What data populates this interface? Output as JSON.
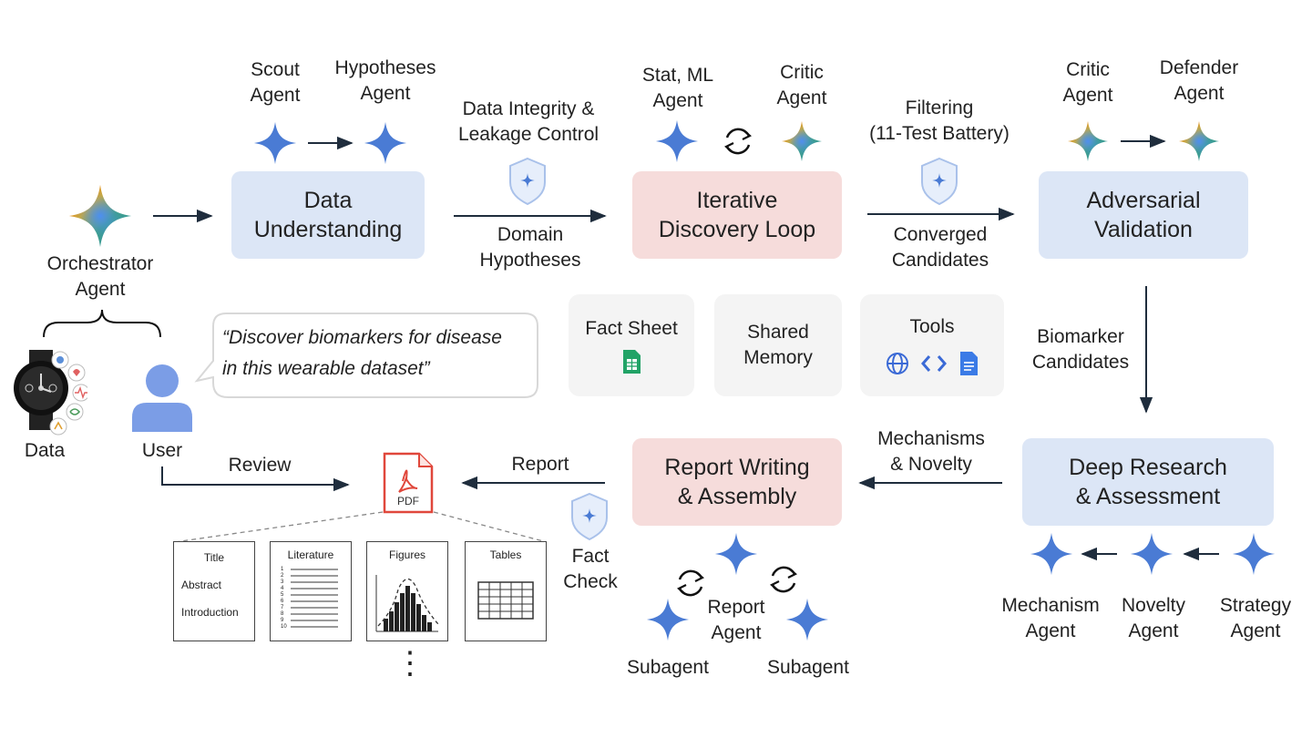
{
  "agents": {
    "orchestrator": "Orchestrator\nAgent",
    "scout": "Scout\nAgent",
    "hypotheses": "Hypotheses\nAgent",
    "stat_ml": "Stat, ML\nAgent",
    "critic_1": "Critic\nAgent",
    "critic_2": "Critic\nAgent",
    "defender": "Defender\nAgent",
    "mechanism": "Mechanism\nAgent",
    "novelty": "Novelty\nAgent",
    "strategy": "Strategy\nAgent",
    "report_agent": "Report\nAgent",
    "subagent_left": "Subagent",
    "subagent_right": "Subagent"
  },
  "stages": {
    "data_understanding": "Data\nUnderstanding",
    "discovery_loop": "Iterative\nDiscovery Loop",
    "adversarial": "Adversarial\nValidation",
    "deep_research": "Deep Research\n& Assessment",
    "report_writing": "Report Writing\n& Assembly"
  },
  "edges": {
    "integrity": "Data Integrity &\nLeakage Control",
    "domain_hyp": "Domain\nHypotheses",
    "filtering": "Filtering\n(11-Test Battery)",
    "converged": "Converged\nCandidates",
    "biomarker": "Biomarker\nCandidates",
    "mechanisms": "Mechanisms\n& Novelty",
    "report": "Report",
    "review": "Review",
    "fact_check": "Fact\nCheck"
  },
  "shared": {
    "fact_sheet": "Fact Sheet",
    "memory": "Shared\nMemory",
    "tools": "Tools"
  },
  "inputs": {
    "data": "Data",
    "user": "User",
    "prompt": "“Discover biomarkers for disease\nin this wearable dataset”"
  },
  "report_docs": {
    "title_doc": [
      "Title",
      "Abstract",
      "Introduction"
    ],
    "literature": "Literature",
    "figures": "Figures",
    "tables": "Tables",
    "pdf": "PDF",
    "more": "⋮",
    "line_numbers": [
      "1",
      "2",
      "3",
      "4",
      "5",
      "6",
      "7",
      "8",
      "9",
      "10"
    ]
  },
  "colors": {
    "star_blue": "#4a7bd4",
    "box_blue": "#dce6f6",
    "box_pink": "#f6dcdb",
    "pdf_red": "#e0473b"
  }
}
